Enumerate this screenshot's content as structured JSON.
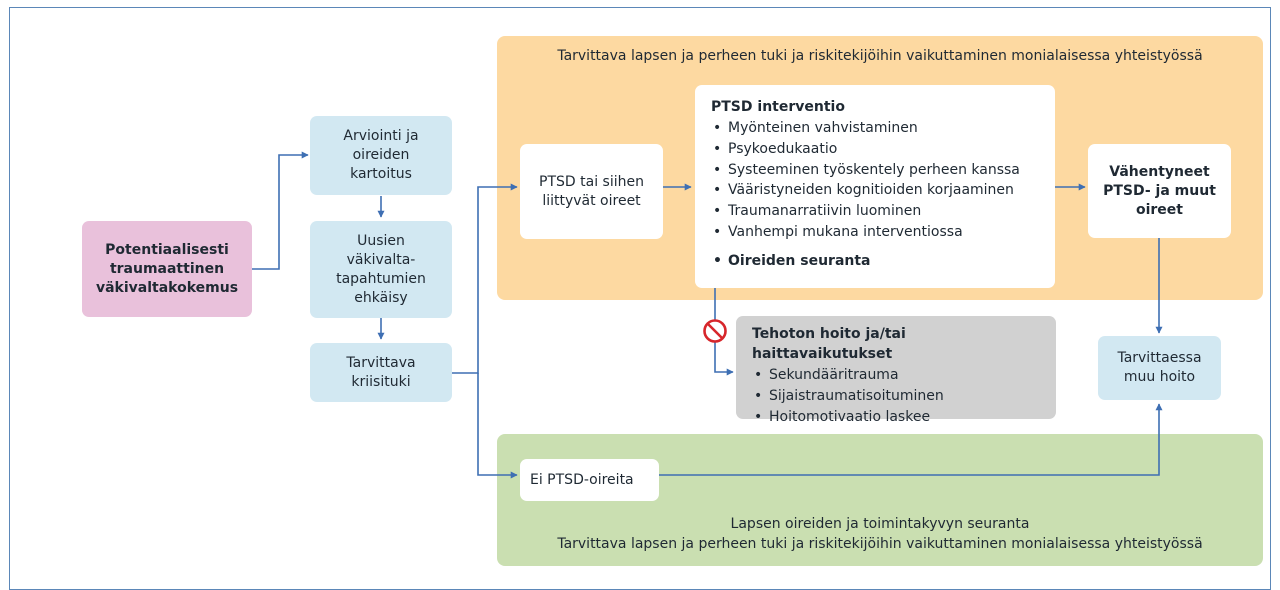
{
  "bands": {
    "top_text": "Tarvittava lapsen ja perheen tuki ja riskitekijöihin vaikuttaminen monialaisessa yhteistyössä",
    "bottom_line1": "Lapsen oireiden ja toimintakyvyn seuranta",
    "bottom_line2": "Tarvittava lapsen ja perheen tuki ja riskitekijöihin vaikuttaminen monialaisessa yhteistyössä"
  },
  "nodes": {
    "start": "Potentiaalisesti traumaattinen väkivaltakokemus",
    "assessment": "Arviointi ja oireiden kartoitus",
    "prevention": "Uusien väkivalta-tapahtumien ehkäisy",
    "crisis_support": "Tarvittava kriisituki",
    "ptsd_symptoms": "PTSD tai siihen liittyvät oireet",
    "no_ptsd": "Ei PTSD-oireita",
    "reduced": "Vähentyneet PTSD- ja muut oireet",
    "other_care": "Tarvittaessa muu hoito"
  },
  "intervention": {
    "title": "PTSD interventio",
    "items": [
      "Myönteinen vahvistaminen",
      "Psykoedukaatio",
      "Systeeminen työskentely perheen kanssa",
      "Vääristyneiden kognitioiden korjaaminen",
      "Traumanarratiivin luominen",
      "Vanhempi mukana interventiossa"
    ],
    "followup": "Oireiden seuranta"
  },
  "ineffective": {
    "title": "Tehoton hoito ja/tai haittavaikutukset",
    "items": [
      "Sekundääritrauma",
      "Sijaistraumatisoituminen",
      "Hoitomotivaatio laskee"
    ]
  },
  "colors": {
    "arrow": "#3e6fb3",
    "blue_box": "#d2e8f2",
    "pink_box": "#e9c1db",
    "orange_band": "#fdd9a1",
    "green_band": "#cadfb1",
    "grey_box": "#d1d1d1",
    "prohibited_icon": "#d7262b"
  }
}
